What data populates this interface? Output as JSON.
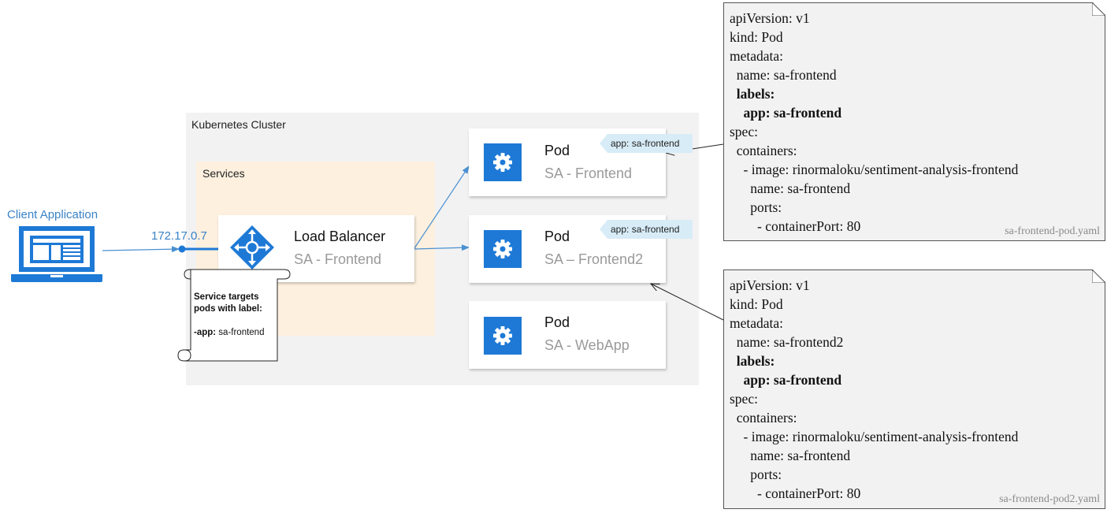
{
  "client": {
    "label": "Client Application"
  },
  "service_ip": "172.17.0.7",
  "cluster": {
    "label": "Kubernetes Cluster"
  },
  "services": {
    "label": "Services"
  },
  "load_balancer": {
    "title": "Load Balancer",
    "subtitle": "SA - Frontend"
  },
  "note": {
    "line1": "Service targets",
    "line2": "pods with label:",
    "label_key": "-app:",
    "label_value": " sa-frontend"
  },
  "pods": [
    {
      "title": "Pod",
      "subtitle": "SA - Frontend",
      "tag": "app: sa-frontend"
    },
    {
      "title": "Pod",
      "subtitle": "SA – Frontend2",
      "tag": "app: sa-frontend"
    },
    {
      "title": "Pod",
      "subtitle": "SA - WebApp"
    }
  ],
  "yaml_files": [
    {
      "filename": "sa-frontend-pod.yaml",
      "lines": [
        {
          "text": "apiVersion: v1",
          "bold": false
        },
        {
          "text": "kind: Pod",
          "bold": false
        },
        {
          "text": "metadata:",
          "bold": false
        },
        {
          "text": "  name: sa-frontend",
          "bold": false
        },
        {
          "text": "  labels:",
          "bold": true
        },
        {
          "text": "    app: sa-frontend",
          "bold": true
        },
        {
          "text": "spec:",
          "bold": false
        },
        {
          "text": "  containers:",
          "bold": false
        },
        {
          "text": "    - image: rinormaloku/sentiment-analysis-frontend",
          "bold": false
        },
        {
          "text": "      name: sa-frontend",
          "bold": false
        },
        {
          "text": "      ports:",
          "bold": false
        },
        {
          "text": "        - containerPort: 80",
          "bold": false
        }
      ]
    },
    {
      "filename": "sa-frontend-pod2.yaml",
      "lines": [
        {
          "text": "apiVersion: v1",
          "bold": false
        },
        {
          "text": "kind: Pod",
          "bold": false
        },
        {
          "text": "metadata:",
          "bold": false
        },
        {
          "text": "  name: sa-frontend2",
          "bold": false
        },
        {
          "text": "  labels:",
          "bold": true
        },
        {
          "text": "    app: sa-frontend",
          "bold": true
        },
        {
          "text": "spec:",
          "bold": false
        },
        {
          "text": "  containers:",
          "bold": false
        },
        {
          "text": "    - image: rinormaloku/sentiment-analysis-frontend",
          "bold": false
        },
        {
          "text": "      name: sa-frontend",
          "bold": false
        },
        {
          "text": "      ports:",
          "bold": false
        },
        {
          "text": "        - containerPort: 80",
          "bold": false
        }
      ]
    }
  ],
  "colors": {
    "accent_blue": "#1e79d6",
    "link_blue": "#3a83c7",
    "cluster_bg": "#f2f2f2",
    "services_bg": "#fdf0de",
    "tag_bg": "#d7ecf7"
  },
  "icons": {
    "client": "laptop-icon",
    "load_balancer": "load-balancer-arrows-icon",
    "pod": "gear-icon"
  }
}
